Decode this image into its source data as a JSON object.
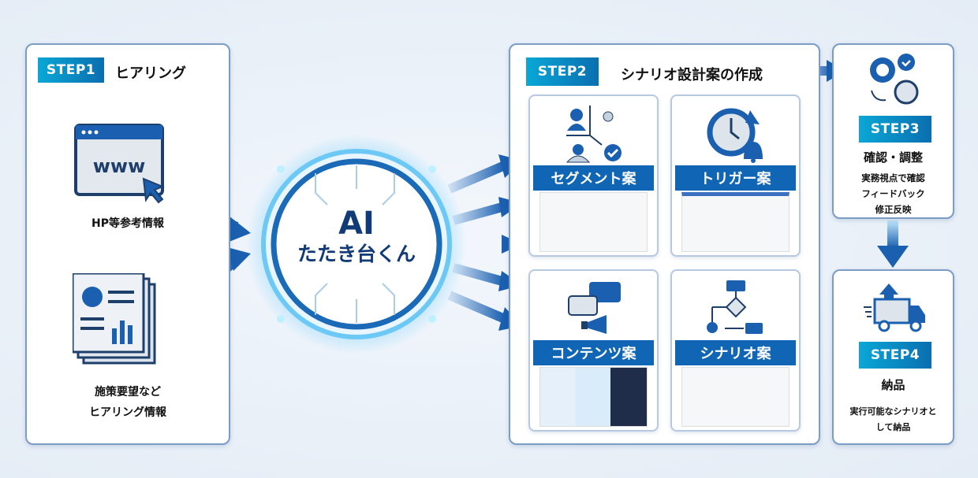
{
  "step1": {
    "badge": "STEP1",
    "title": "ヒアリング",
    "item1": "HP等参考情報",
    "item2_line1": "施策要望など",
    "item2_line2": "ヒアリング情報",
    "web_text": "www"
  },
  "center": {
    "title": "AI",
    "subtitle": "たたき台くん"
  },
  "step2": {
    "badge": "STEP2",
    "title": "シナリオ設計案の作成",
    "cards": [
      {
        "label": "セグメント案"
      },
      {
        "label": "トリガー案"
      },
      {
        "label": "コンテンツ案"
      },
      {
        "label": "シナリオ案"
      }
    ]
  },
  "step3": {
    "badge": "STEP3",
    "title": "確認・調整",
    "lines": [
      "実務視点で確認",
      "フィードバック",
      "修正反映"
    ]
  },
  "step4": {
    "badge": "STEP4",
    "title": "納品",
    "line1": "実行可能なシナリオと",
    "line2": "して納品"
  },
  "colors": {
    "accent": "#1066b4",
    "step_badge": "#0aa7d6",
    "border": "#7b9cc4"
  }
}
